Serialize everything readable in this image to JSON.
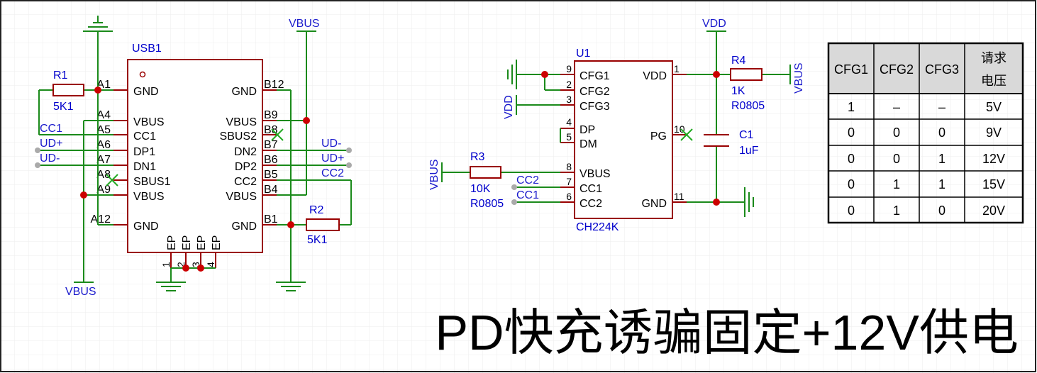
{
  "title": "PD快充诱骗固定+12V供电",
  "usb": {
    "ref": "USB1",
    "left_pins": [
      {
        "num": "A1",
        "name": "GND"
      },
      {
        "num": "A4",
        "name": "VBUS"
      },
      {
        "num": "A5",
        "name": "CC1"
      },
      {
        "num": "A6",
        "name": "DP1"
      },
      {
        "num": "A7",
        "name": "DN1"
      },
      {
        "num": "A8",
        "name": "SBUS1"
      },
      {
        "num": "A9",
        "name": "VBUS"
      },
      {
        "num": "A12",
        "name": "GND"
      }
    ],
    "right_pins": [
      {
        "num": "B12",
        "name": "GND"
      },
      {
        "num": "B9",
        "name": "VBUS"
      },
      {
        "num": "B8",
        "name": "SBUS2"
      },
      {
        "num": "B7",
        "name": "DN2"
      },
      {
        "num": "B6",
        "name": "DP2"
      },
      {
        "num": "B5",
        "name": "CC2"
      },
      {
        "num": "B4",
        "name": "VBUS"
      },
      {
        "num": "B1",
        "name": "GND"
      }
    ],
    "ep_label": "EP",
    "ep_nums": [
      "1",
      "2",
      "3",
      "4"
    ]
  },
  "r1": {
    "ref": "R1",
    "value": "5K1"
  },
  "r2": {
    "ref": "R2",
    "value": "5K1"
  },
  "r3": {
    "ref": "R3",
    "value": "10K",
    "package": "R0805"
  },
  "r4": {
    "ref": "R4",
    "value": "1K",
    "package": "R0805"
  },
  "c1": {
    "ref": "C1",
    "value": "1uF"
  },
  "ic": {
    "ref": "U1",
    "part": "CH224K",
    "left_pins": [
      {
        "num": "9",
        "name": "CFG1"
      },
      {
        "num": "2",
        "name": "CFG2"
      },
      {
        "num": "3",
        "name": "CFG3"
      },
      {
        "num": "4",
        "name": "DP"
      },
      {
        "num": "5",
        "name": "DM"
      },
      {
        "num": "8",
        "name": "VBUS"
      },
      {
        "num": "7",
        "name": "CC1"
      },
      {
        "num": "6",
        "name": "CC2"
      }
    ],
    "right_pins": [
      {
        "num": "1",
        "name": "VDD"
      },
      {
        "num": "10",
        "name": "PG"
      },
      {
        "num": "11",
        "name": "GND"
      }
    ]
  },
  "nets": {
    "vbus": "VBUS",
    "vdd": "VDD",
    "cc1": "CC1",
    "cc2": "CC2",
    "udp": "UD+",
    "udm": "UD-"
  },
  "table": {
    "headers": [
      "CFG1",
      "CFG2",
      "CFG3",
      "请求",
      "电压"
    ],
    "rows": [
      [
        "1",
        "–",
        "–",
        "5V"
      ],
      [
        "0",
        "0",
        "0",
        "9V"
      ],
      [
        "0",
        "0",
        "1",
        "12V"
      ],
      [
        "0",
        "1",
        "1",
        "15V"
      ],
      [
        "0",
        "1",
        "0",
        "20V"
      ]
    ]
  }
}
